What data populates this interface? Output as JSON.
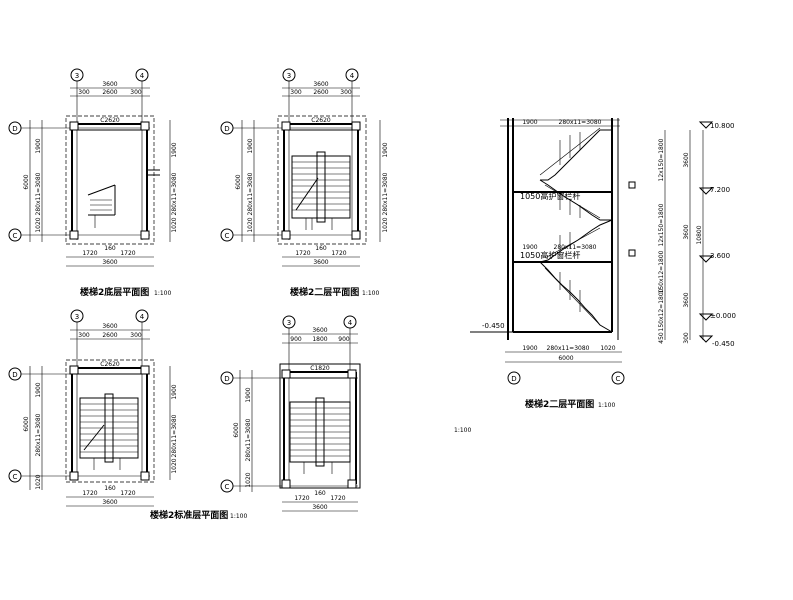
{
  "axes": {
    "a3": "3",
    "a4": "4",
    "aD": "D",
    "aC": "C"
  },
  "plan1": {
    "top_total": "3600",
    "top_parts": [
      "300",
      "2600",
      "300"
    ],
    "window": "C2620",
    "left_total": "6000",
    "left_parts": [
      "1900",
      "280x11=3080",
      "1020"
    ],
    "right_parts": [
      "1900",
      "280x11=3080",
      "1020"
    ],
    "bot_parts": [
      "1720",
      "160",
      "1720"
    ],
    "bot_total": "3600",
    "title": "楼梯2底层平面图",
    "scale": "1:100"
  },
  "plan2": {
    "top_total": "3600",
    "top_parts": [
      "300",
      "2600",
      "300"
    ],
    "window": "C2620",
    "left_total": "6000",
    "left_parts": [
      "1900",
      "280x11=3080",
      "1020"
    ],
    "right_parts": [
      "1900",
      "280x11=3080",
      "1020"
    ],
    "bot_parts": [
      "1720",
      "160",
      "1720"
    ],
    "bot_total": "3600",
    "title": "楼梯2二层平面图",
    "scale": "1:100"
  },
  "plan3": {
    "top_total": "3600",
    "top_parts": [
      "300",
      "2600",
      "300"
    ],
    "window": "C2620",
    "left_total": "6000",
    "left_parts": [
      "1900",
      "280x11=3080",
      "1020"
    ],
    "right_parts": [
      "1900",
      "280x11=3080",
      "1020"
    ],
    "bot_parts": [
      "1720",
      "160",
      "1720"
    ],
    "bot_total": "3600",
    "title": "楼梯2标准层平面图",
    "scale": "1:100"
  },
  "plan4": {
    "top_total": "3600",
    "top_parts": [
      "900",
      "1800",
      "900"
    ],
    "window": "C1820",
    "left_total": "6000",
    "left_parts": [
      "1900",
      "280x11=3080",
      "1020"
    ],
    "bot_parts": [
      "1720",
      "160",
      "1720"
    ],
    "bot_total": "3600",
    "title": "",
    "scale": ""
  },
  "section": {
    "top_parts": [
      "1900",
      "280x11=3080"
    ],
    "mid_parts": [
      "1900",
      "280x11=3080"
    ],
    "rail_label_1": "1050高护窗栏杆",
    "rail_label_2": "1050高护窗栏杆",
    "ground_level": "-0.450",
    "bot_parts": [
      "1900",
      "280x11=3080",
      "1020"
    ],
    "bot_total": "6000",
    "right_vert": [
      "10.800",
      "7.200",
      "3.600",
      "±0.000",
      "-0.450"
    ],
    "right_dims": [
      "12x150=1800",
      "3600",
      "12x150=1800",
      "10800",
      "150x12=1800",
      "3600",
      "150x12=1800",
      "3600",
      "450",
      "300"
    ],
    "title": "楼梯2二层平面图",
    "scale": "1:100",
    "extra_scale": "1:100"
  }
}
